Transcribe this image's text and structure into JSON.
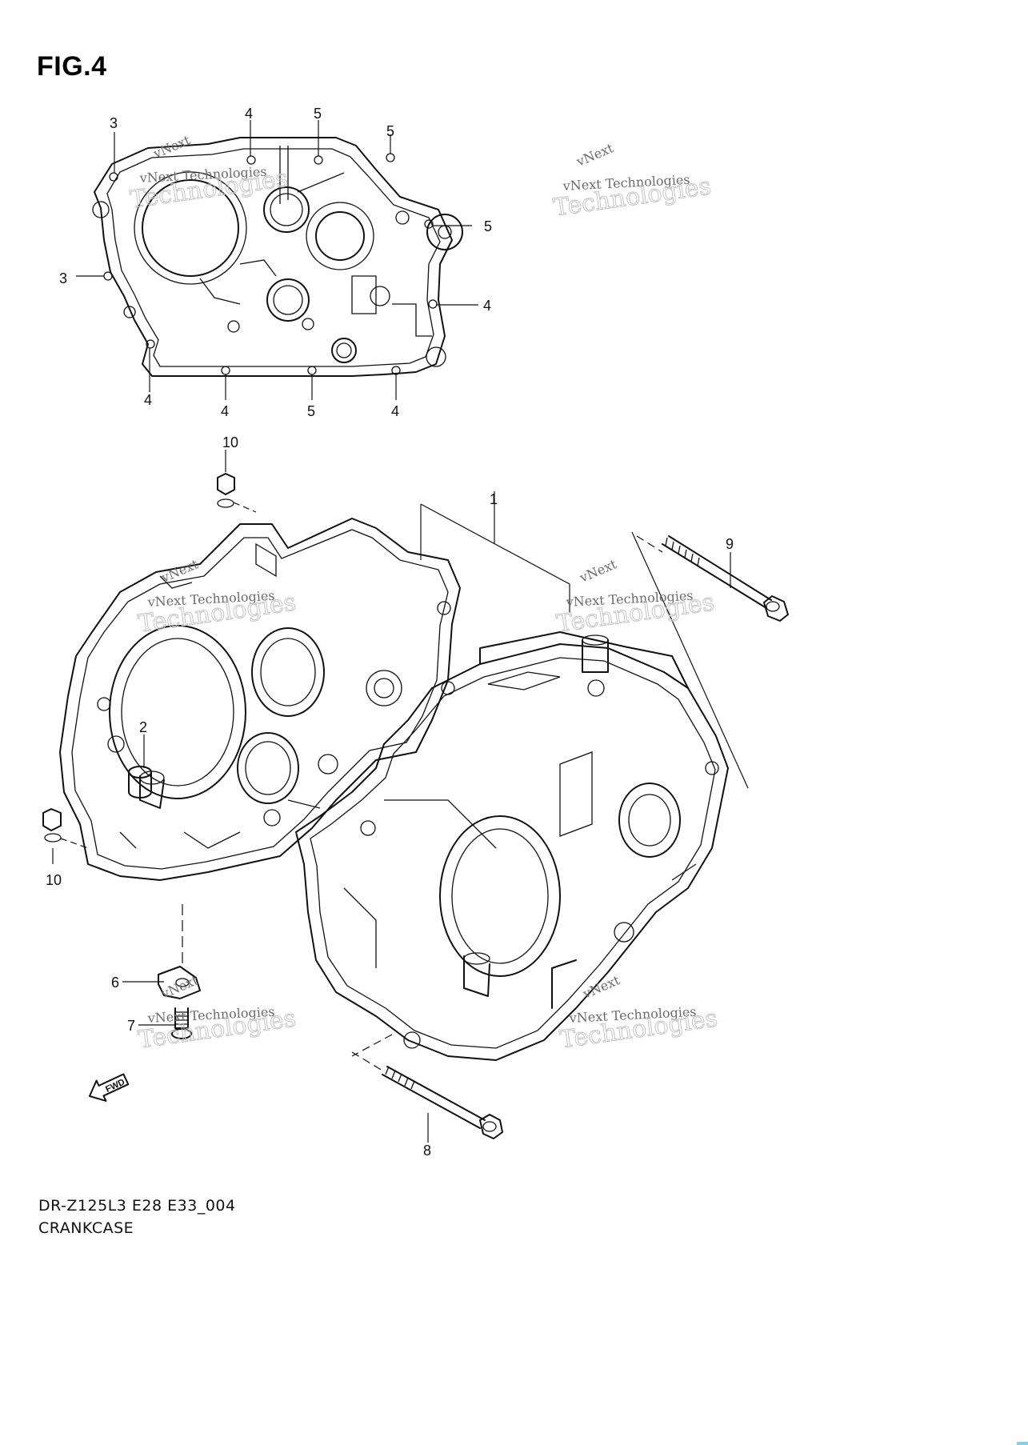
{
  "figure": {
    "title": "FIG.4",
    "code": "DR-Z125L3 E28 E33_004",
    "name": "CRANKCASE"
  },
  "callouts": {
    "top_view": [
      "3",
      "4",
      "5",
      "5",
      "5",
      "3",
      "4",
      "4",
      "4",
      "5",
      "4"
    ],
    "exploded_view": [
      "10",
      "1",
      "9",
      "2",
      "10",
      "6",
      "7",
      "8"
    ]
  },
  "fwd_arrow": "FWD",
  "watermark": {
    "brand": "vNext",
    "line1": "vNext Technologies",
    "line2": "Technologies"
  },
  "colors": {
    "line": "#111111",
    "watermark": "#6b6b6b",
    "background": "#ffffff"
  }
}
